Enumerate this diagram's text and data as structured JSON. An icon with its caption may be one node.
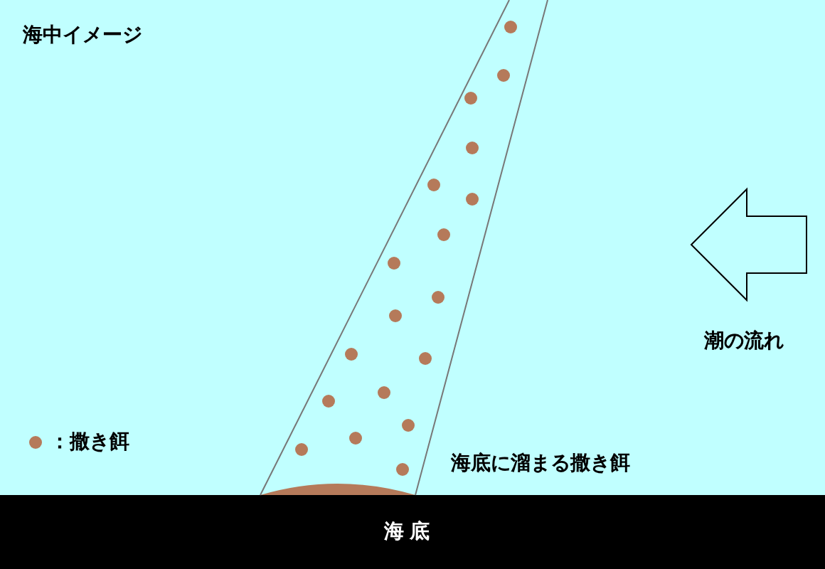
{
  "diagram": {
    "title": "海中イメージ",
    "labels": [
      "潮の流れ",
      "海底に溜まる撒き餌",
      "海底"
    ],
    "legend": [
      {
        "text": "：撒き餌",
        "color": "#b57a5a"
      }
    ]
  }
}
